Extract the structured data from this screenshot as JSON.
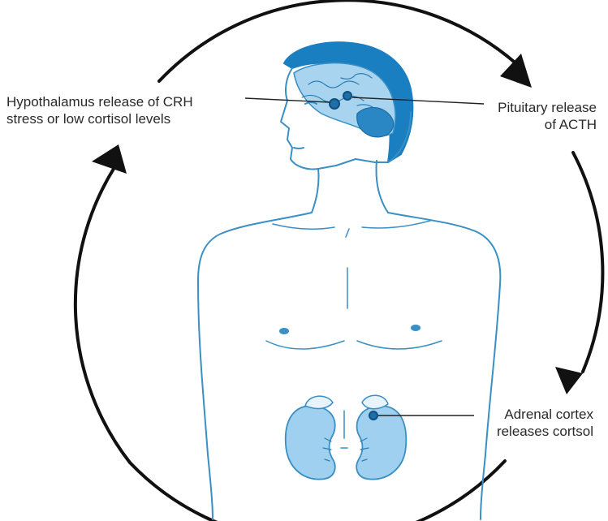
{
  "labels": {
    "hypothalamus": [
      "Hypothalamus release of CRH",
      "stress or low cortisol levels"
    ],
    "pituitary": [
      "Pituitary release",
      "of ACTH"
    ],
    "adrenal": [
      "Adrenal cortex",
      "releases cortsol"
    ]
  },
  "colors": {
    "skin_outline": "#3a8fc4",
    "hair": "#1a7fc0",
    "brain": "#a9d4ef",
    "kidney": "#9fd0ef",
    "line": "#222222",
    "arrow": "#111111"
  },
  "icons": {
    "cycle": "circular-arrow-cycle",
    "person": "human-torso-outline",
    "gland": "gland-dot"
  }
}
